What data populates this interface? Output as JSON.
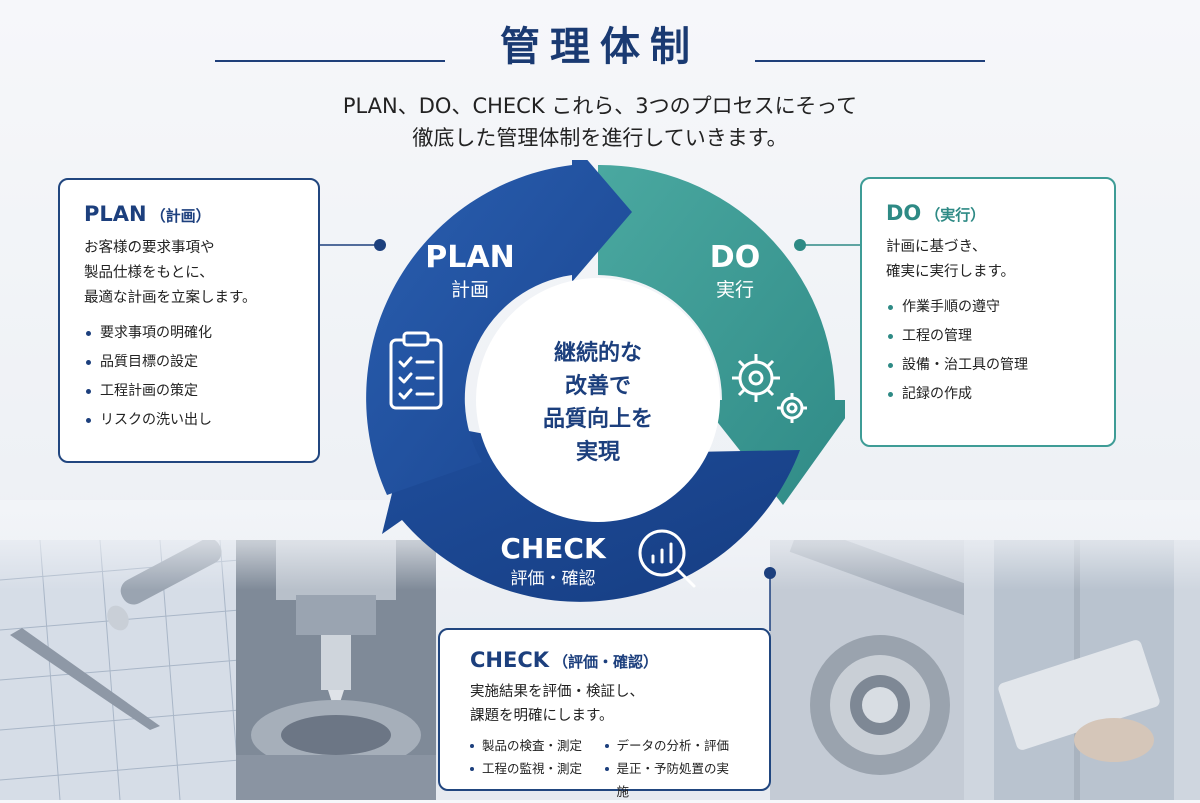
{
  "header": {
    "title": "管理体制",
    "subtitle_line1": "PLAN、DO、CHECK これら、3つのプロセスにそって",
    "subtitle_line2": "徹底した管理体制を進行していきます。"
  },
  "cycle": {
    "center": [
      "継続的な",
      "改善で",
      "品質向上を",
      "実現"
    ],
    "plan": {
      "label": "PLAN",
      "sub": "計画",
      "icon": "clipboard-checklist-icon"
    },
    "do": {
      "label": "DO",
      "sub": "実行",
      "icon": "gears-icon"
    },
    "check": {
      "label": "CHECK",
      "sub": "評価・確認",
      "icon": "magnifier-chart-icon"
    }
  },
  "plan_box": {
    "title": "PLAN",
    "title_sub": "（計画）",
    "desc_lines": [
      "お客様の要求事項や",
      "製品仕様をもとに、",
      "最適な計画を立案します。"
    ],
    "items": [
      "要求事項の明確化",
      "品質目標の設定",
      "工程計画の策定",
      "リスクの洗い出し"
    ]
  },
  "do_box": {
    "title": "DO",
    "title_sub": "（実行）",
    "desc_lines": [
      "計画に基づき、",
      "確実に実行します。"
    ],
    "items": [
      "作業手順の遵守",
      "工程の管理",
      "設備・治工具の管理",
      "記録の作成"
    ]
  },
  "check_box": {
    "title": "CHECK",
    "title_sub": "（評価・確認）",
    "desc_lines": [
      "実施結果を評価・検証し、",
      "課題を明確にします。"
    ],
    "items": [
      "製品の検査・測定",
      "データの分析・評価",
      "工程の監視・測定",
      "是正・予防処置の実施"
    ]
  },
  "colors": {
    "navy": "#1c4a93",
    "teal": "#3e9c96",
    "title": "#1a3a72"
  }
}
